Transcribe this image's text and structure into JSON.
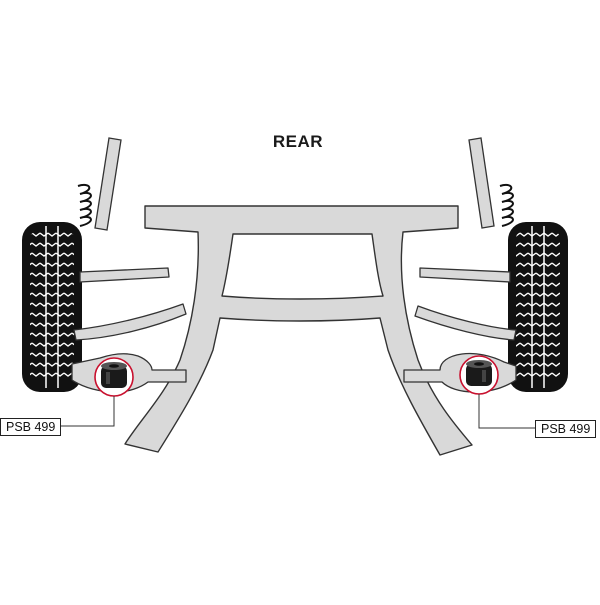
{
  "diagram": {
    "title": "REAR",
    "callouts": [
      {
        "id": "left",
        "label": "PSB 499"
      },
      {
        "id": "right",
        "label": "PSB 499"
      }
    ],
    "colors": {
      "frame_fill": "#d9d9d9",
      "outline": "#333333",
      "tire": "#111111",
      "highlight_circle": "#c8102e",
      "bushing": "#1a1a1a"
    }
  }
}
